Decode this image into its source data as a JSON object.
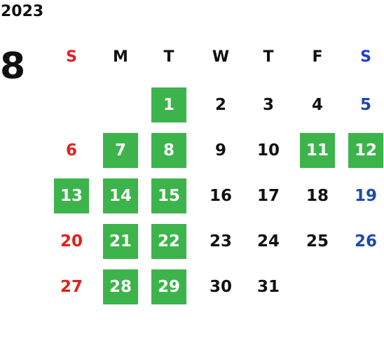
{
  "year": "2023",
  "month": "8",
  "weekdays": [
    "S",
    "M",
    "T",
    "W",
    "T",
    "F",
    "S"
  ],
  "weekday_colors": [
    "#e0201c",
    "#111111",
    "#111111",
    "#111111",
    "#111111",
    "#111111",
    "#1f3fcf"
  ],
  "colors": {
    "highlight_bg": "#3cb44b",
    "sunday": "#e0201c",
    "saturday": "#1f4aa8",
    "weekday": "#111111",
    "highlight_text": "#ffffff"
  },
  "first_weekday": 2,
  "days_in_month": 31,
  "highlighted_days": [
    1,
    7,
    8,
    11,
    12,
    13,
    14,
    15,
    21,
    22,
    28,
    29
  ]
}
